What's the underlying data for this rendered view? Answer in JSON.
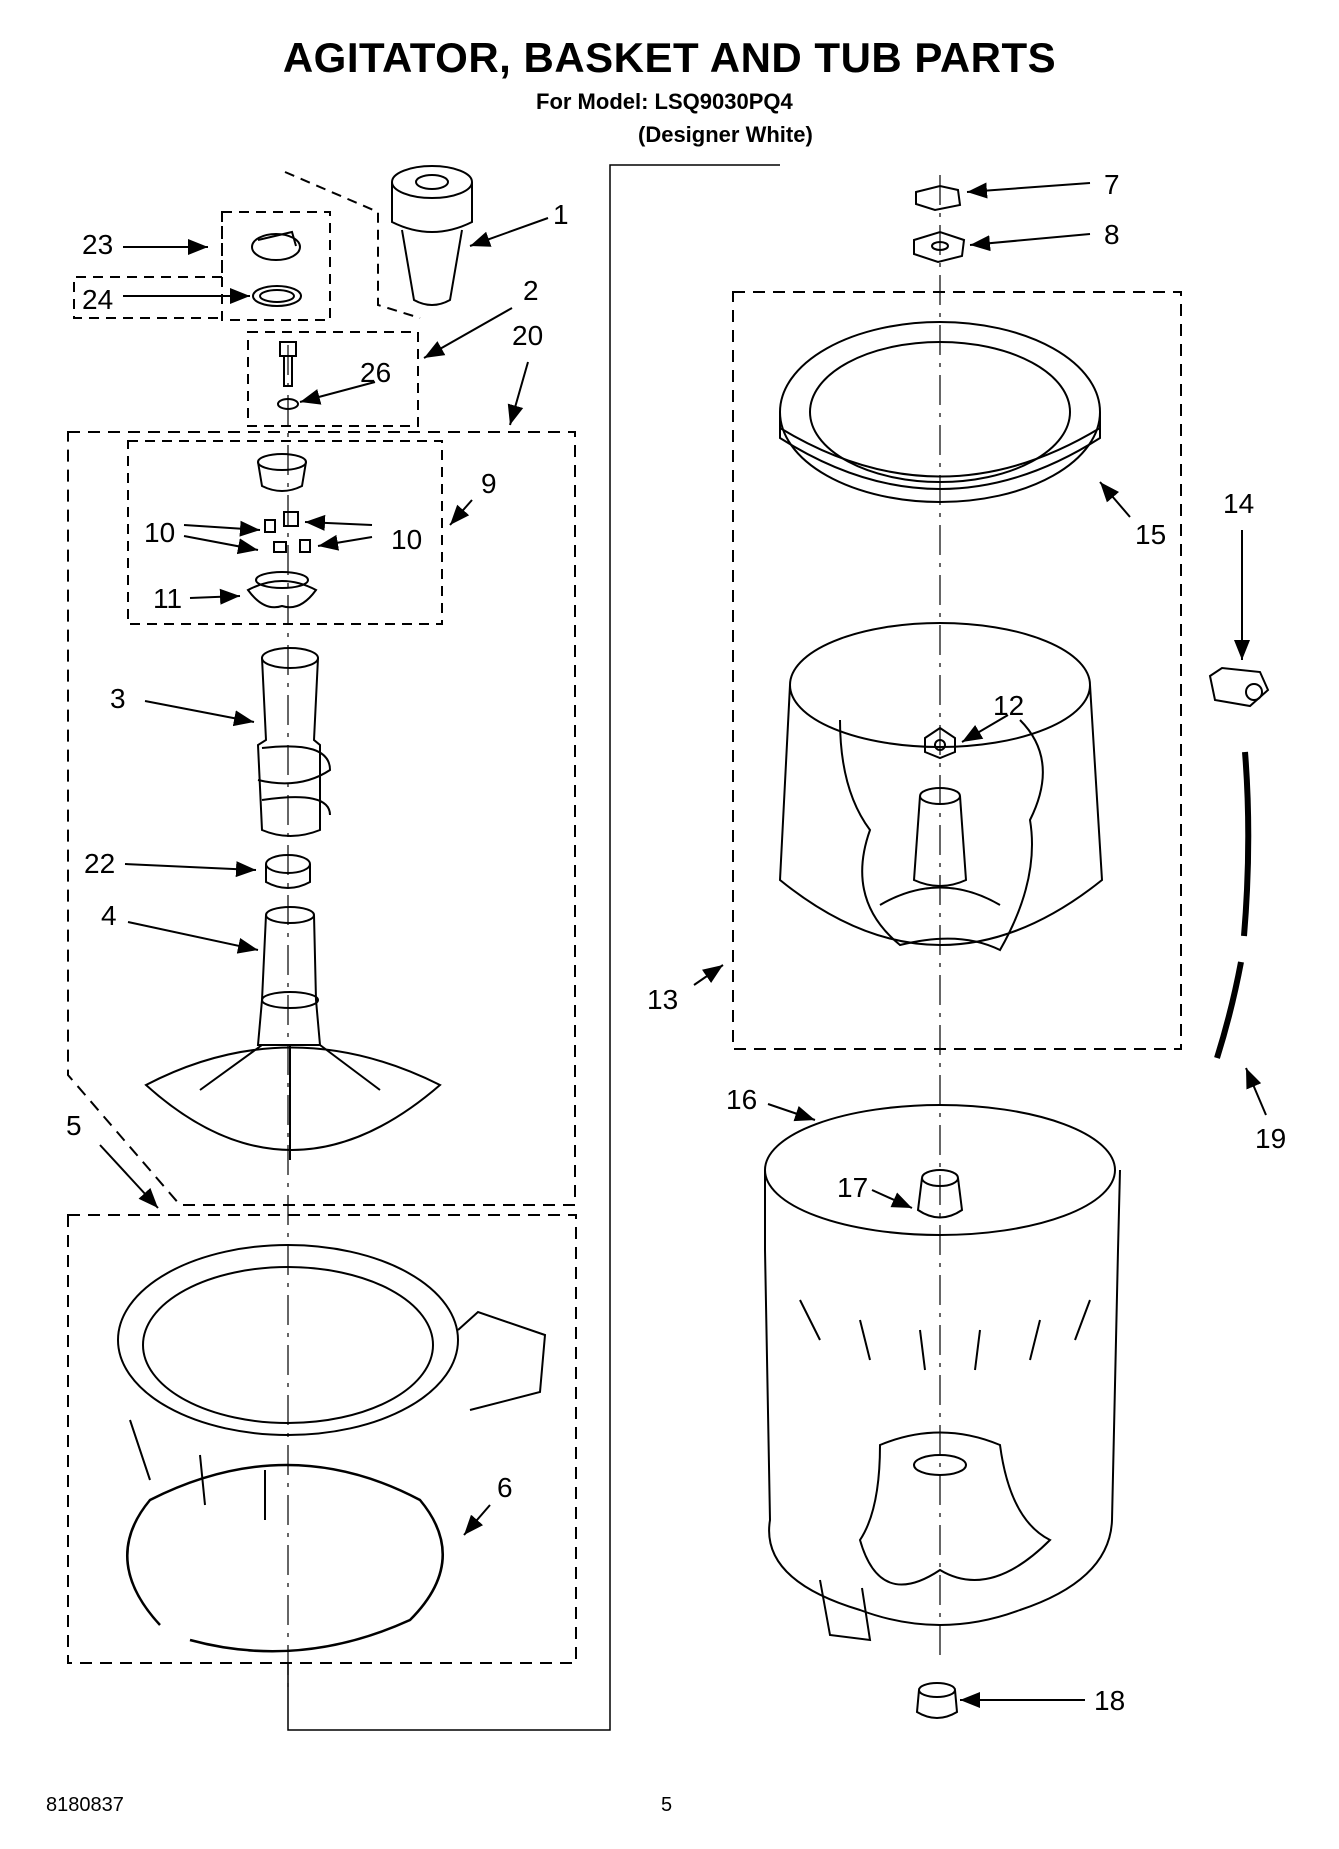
{
  "header": {
    "title": "AGITATOR, BASKET AND TUB PARTS",
    "model_line": "For Model: LSQ9030PQ4",
    "variant": "(Designer White)"
  },
  "footer": {
    "doc_number": "8180837",
    "page_number": "5"
  },
  "callouts": [
    "1",
    "2",
    "3",
    "4",
    "5",
    "6",
    "7",
    "8",
    "9",
    "10",
    "10",
    "11",
    "12",
    "13",
    "14",
    "15",
    "16",
    "17",
    "18",
    "19",
    "20",
    "22",
    "23",
    "24",
    "26"
  ],
  "colors": {
    "line": "#000000",
    "background": "#ffffff"
  }
}
